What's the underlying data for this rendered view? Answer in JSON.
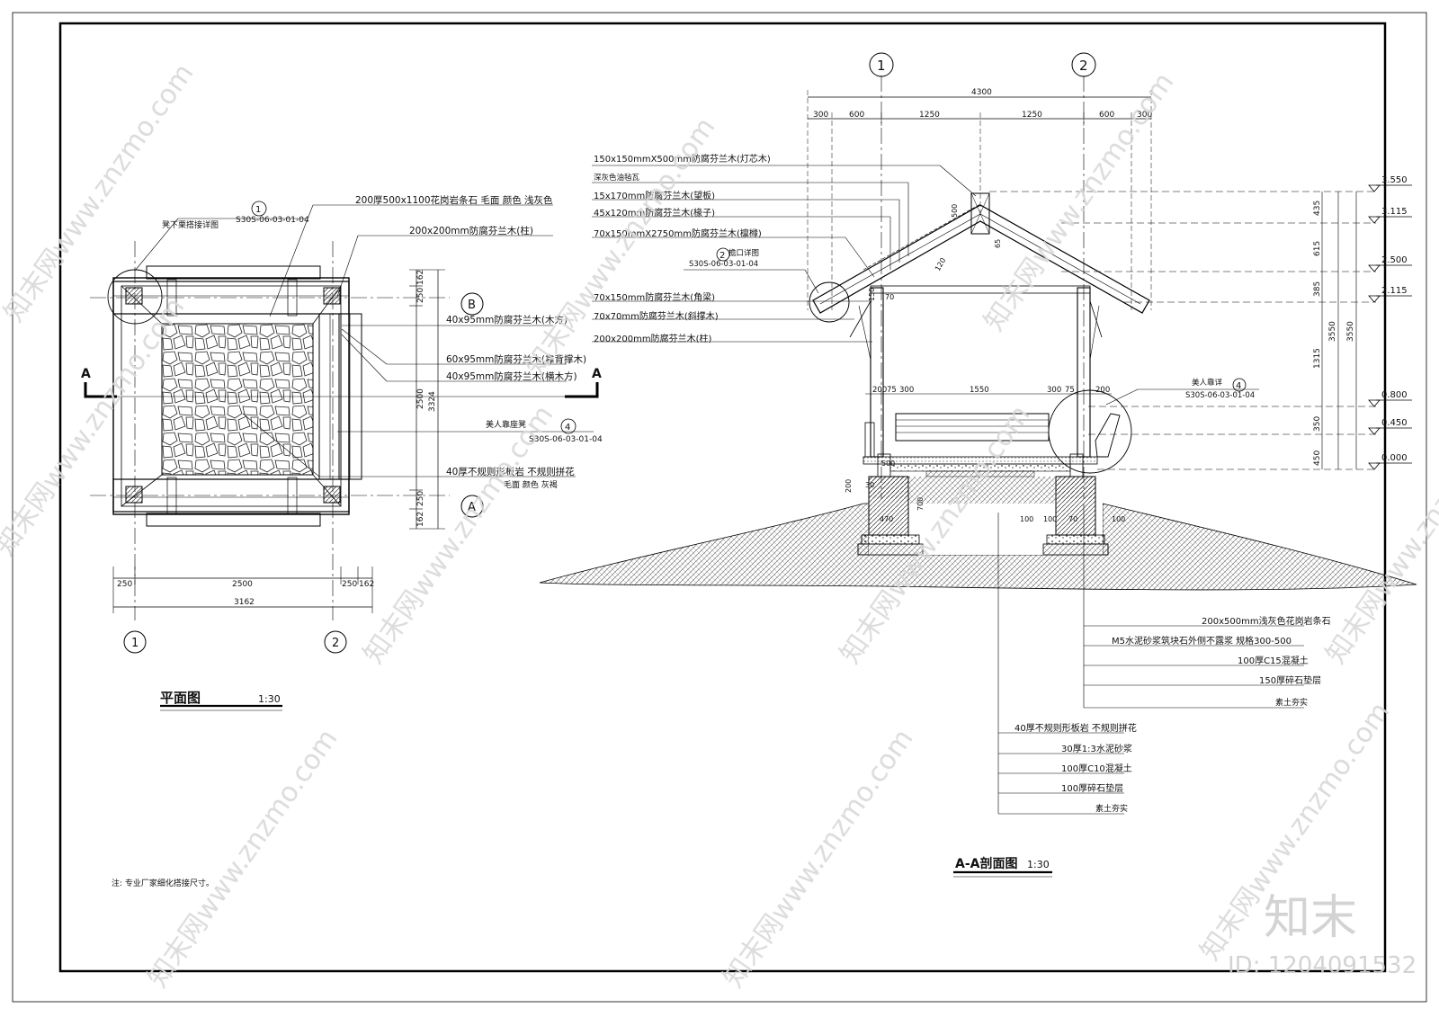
{
  "plan": {
    "title": "平面图",
    "scale": "1:30",
    "axis1": "1",
    "axis2": "2",
    "axisA": "A",
    "axisB": "B",
    "cut_left": "A",
    "cut_right": "A",
    "dim_bottom": [
      "250",
      "2500",
      "250",
      "162"
    ],
    "dim_total": "3162",
    "dim_right": [
      "162",
      "250",
      "2500",
      "250",
      "162"
    ],
    "dim_right_total": "3324",
    "labels": {
      "detail_ref": "凳下栗搭接详图",
      "detail_num": "1",
      "detail_code": "S30S-06-03-01-04",
      "stone_bar": "200厚500x1100花岗岩条石  毛面  颜色  浅灰色",
      "column": "200x200mm防腐芬兰木(柱)",
      "wood_a": "40x95mm防腐芬兰木(木方)",
      "wood_b": "60x95mm防腐芬兰木(靠背撑木)",
      "wood_c": "40x95mm防腐芬兰木(横木方)",
      "bench": "美人靠座凳",
      "bench_num": "4",
      "bench_code": "S30S-06-03-01-04",
      "paving": "40厚不规则形板岩  不规则拼花",
      "paving2": "毛面  颜色  灰褐"
    },
    "note": "注: 专业厂家细化搭接尺寸。"
  },
  "section": {
    "title": "A-A剖面图",
    "scale": "1:30",
    "axis1": "1",
    "axis2": "2",
    "dim_total": "4300",
    "dim_top": [
      "300",
      "600",
      "1250",
      "1250",
      "600",
      "300"
    ],
    "dim_bench": [
      "200",
      "75",
      "300",
      "1550",
      "300",
      "75",
      "200"
    ],
    "levels": [
      "3.550",
      "3.115",
      "2.500",
      "2.115",
      "0.800",
      "0.450",
      "0.000"
    ],
    "dim_right": [
      "435",
      "615",
      "385",
      "1315",
      "350",
      "450"
    ],
    "dim_right_total": "3550",
    "dim_right_total2": "3550",
    "roof_labels": [
      "150x150mmX500mm防腐芬兰木(灯芯木)",
      "深灰色油毡瓦",
      "15x170mm防腐芬兰木(望板)",
      "45x120mm防腐芬兰木(椽子)",
      "70x150mmX2750mm防腐芬兰木(檩橼)"
    ],
    "eave_ref": "檐口详图",
    "eave_num": "2",
    "eave_code": "S30S-06-03-01-04",
    "frame_labels": [
      "70x150mm防腐芬兰木(角梁)",
      "70x70mm防腐芬兰木(斜撑木)",
      "200x200mm防腐芬兰木(柱)"
    ],
    "bench_ref": "美人靠详",
    "bench_num": "4",
    "bench_code": "S30S-06-03-01-04",
    "small_dims": [
      "500",
      "65",
      "120",
      "70",
      "150",
      "500",
      "30",
      "200",
      "700",
      "470",
      "100",
      "100",
      "70",
      "100"
    ],
    "found_labels": [
      "200x500mm浅灰色花岗岩条石",
      "M5水泥砂浆筑块石外侧不露浆 规格300-500",
      "100厚C15混凝土",
      "150厚碎石垫层",
      "素土夯实"
    ],
    "floor_labels": [
      "40厚不规则形板岩 不规则拼花",
      "30厚1:3水泥砂浆",
      "100厚C10混凝土",
      "100厚碎石垫层",
      "素土夯实"
    ]
  },
  "watermark": {
    "text": "知末网www.znzmo.com",
    "logo": "知末",
    "id": "ID: 1204091532"
  }
}
